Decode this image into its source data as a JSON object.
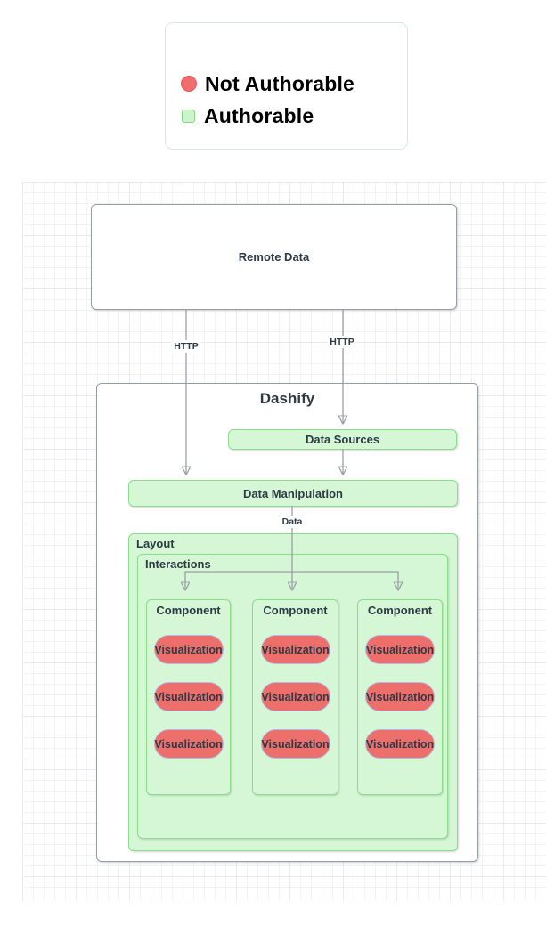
{
  "legend": {
    "items": [
      {
        "label": "Not Authorable",
        "swatch": "red-circle",
        "color": "#f16d6d"
      },
      {
        "label": "Authorable",
        "swatch": "green-square",
        "color": "#cdf3cd"
      }
    ]
  },
  "diagram": {
    "remote_data_label": "Remote Data",
    "edge_labels": {
      "http_left": "HTTP",
      "http_right": "HTTP",
      "data": "Data"
    },
    "dashify": {
      "title": "Dashify",
      "data_sources_label": "Data Sources",
      "data_manipulation_label": "Data Manipulation",
      "layout_label": "Layout",
      "interactions_label": "Interactions",
      "components": [
        {
          "label": "Component",
          "visualizations": [
            "Visualization",
            "Visualization",
            "Visualization"
          ]
        },
        {
          "label": "Component",
          "visualizations": [
            "Visualization",
            "Visualization",
            "Visualization"
          ]
        },
        {
          "label": "Component",
          "visualizations": [
            "Visualization",
            "Visualization",
            "Visualization"
          ]
        }
      ]
    },
    "colors": {
      "not_authorable_fill": "#ed6f6b",
      "authorable_fill": "#d5f7d5",
      "authorable_border": "#8ade8a",
      "edge_line": "#9aa0a6",
      "arrowhead": "#2e3337",
      "label_text": "#2e3a44"
    }
  }
}
